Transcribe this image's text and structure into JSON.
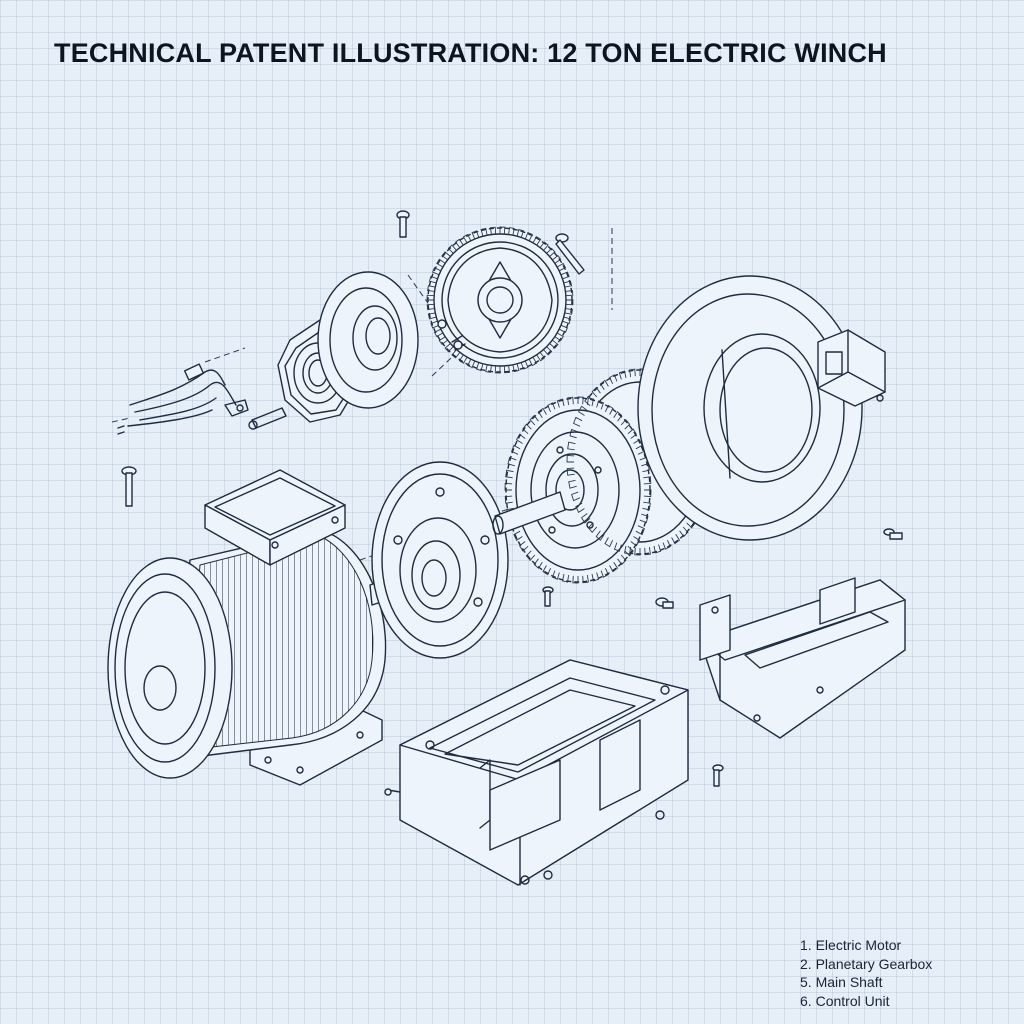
{
  "title": "TECHNICAL PATENT ILLUSTRATION: 12 TON ELECTRIC WINCH",
  "legend": [
    {
      "number": "1.",
      "label": "Electric Motor"
    },
    {
      "number": "2.",
      "label": "Planetary Gearbox"
    },
    {
      "number": "5.",
      "label": "Main Shaft"
    },
    {
      "number": "6.",
      "label": "Control Unit"
    }
  ],
  "colors": {
    "background": "#e6eff8",
    "grid": "#a3b7d1",
    "ink": "#1f2c40"
  }
}
